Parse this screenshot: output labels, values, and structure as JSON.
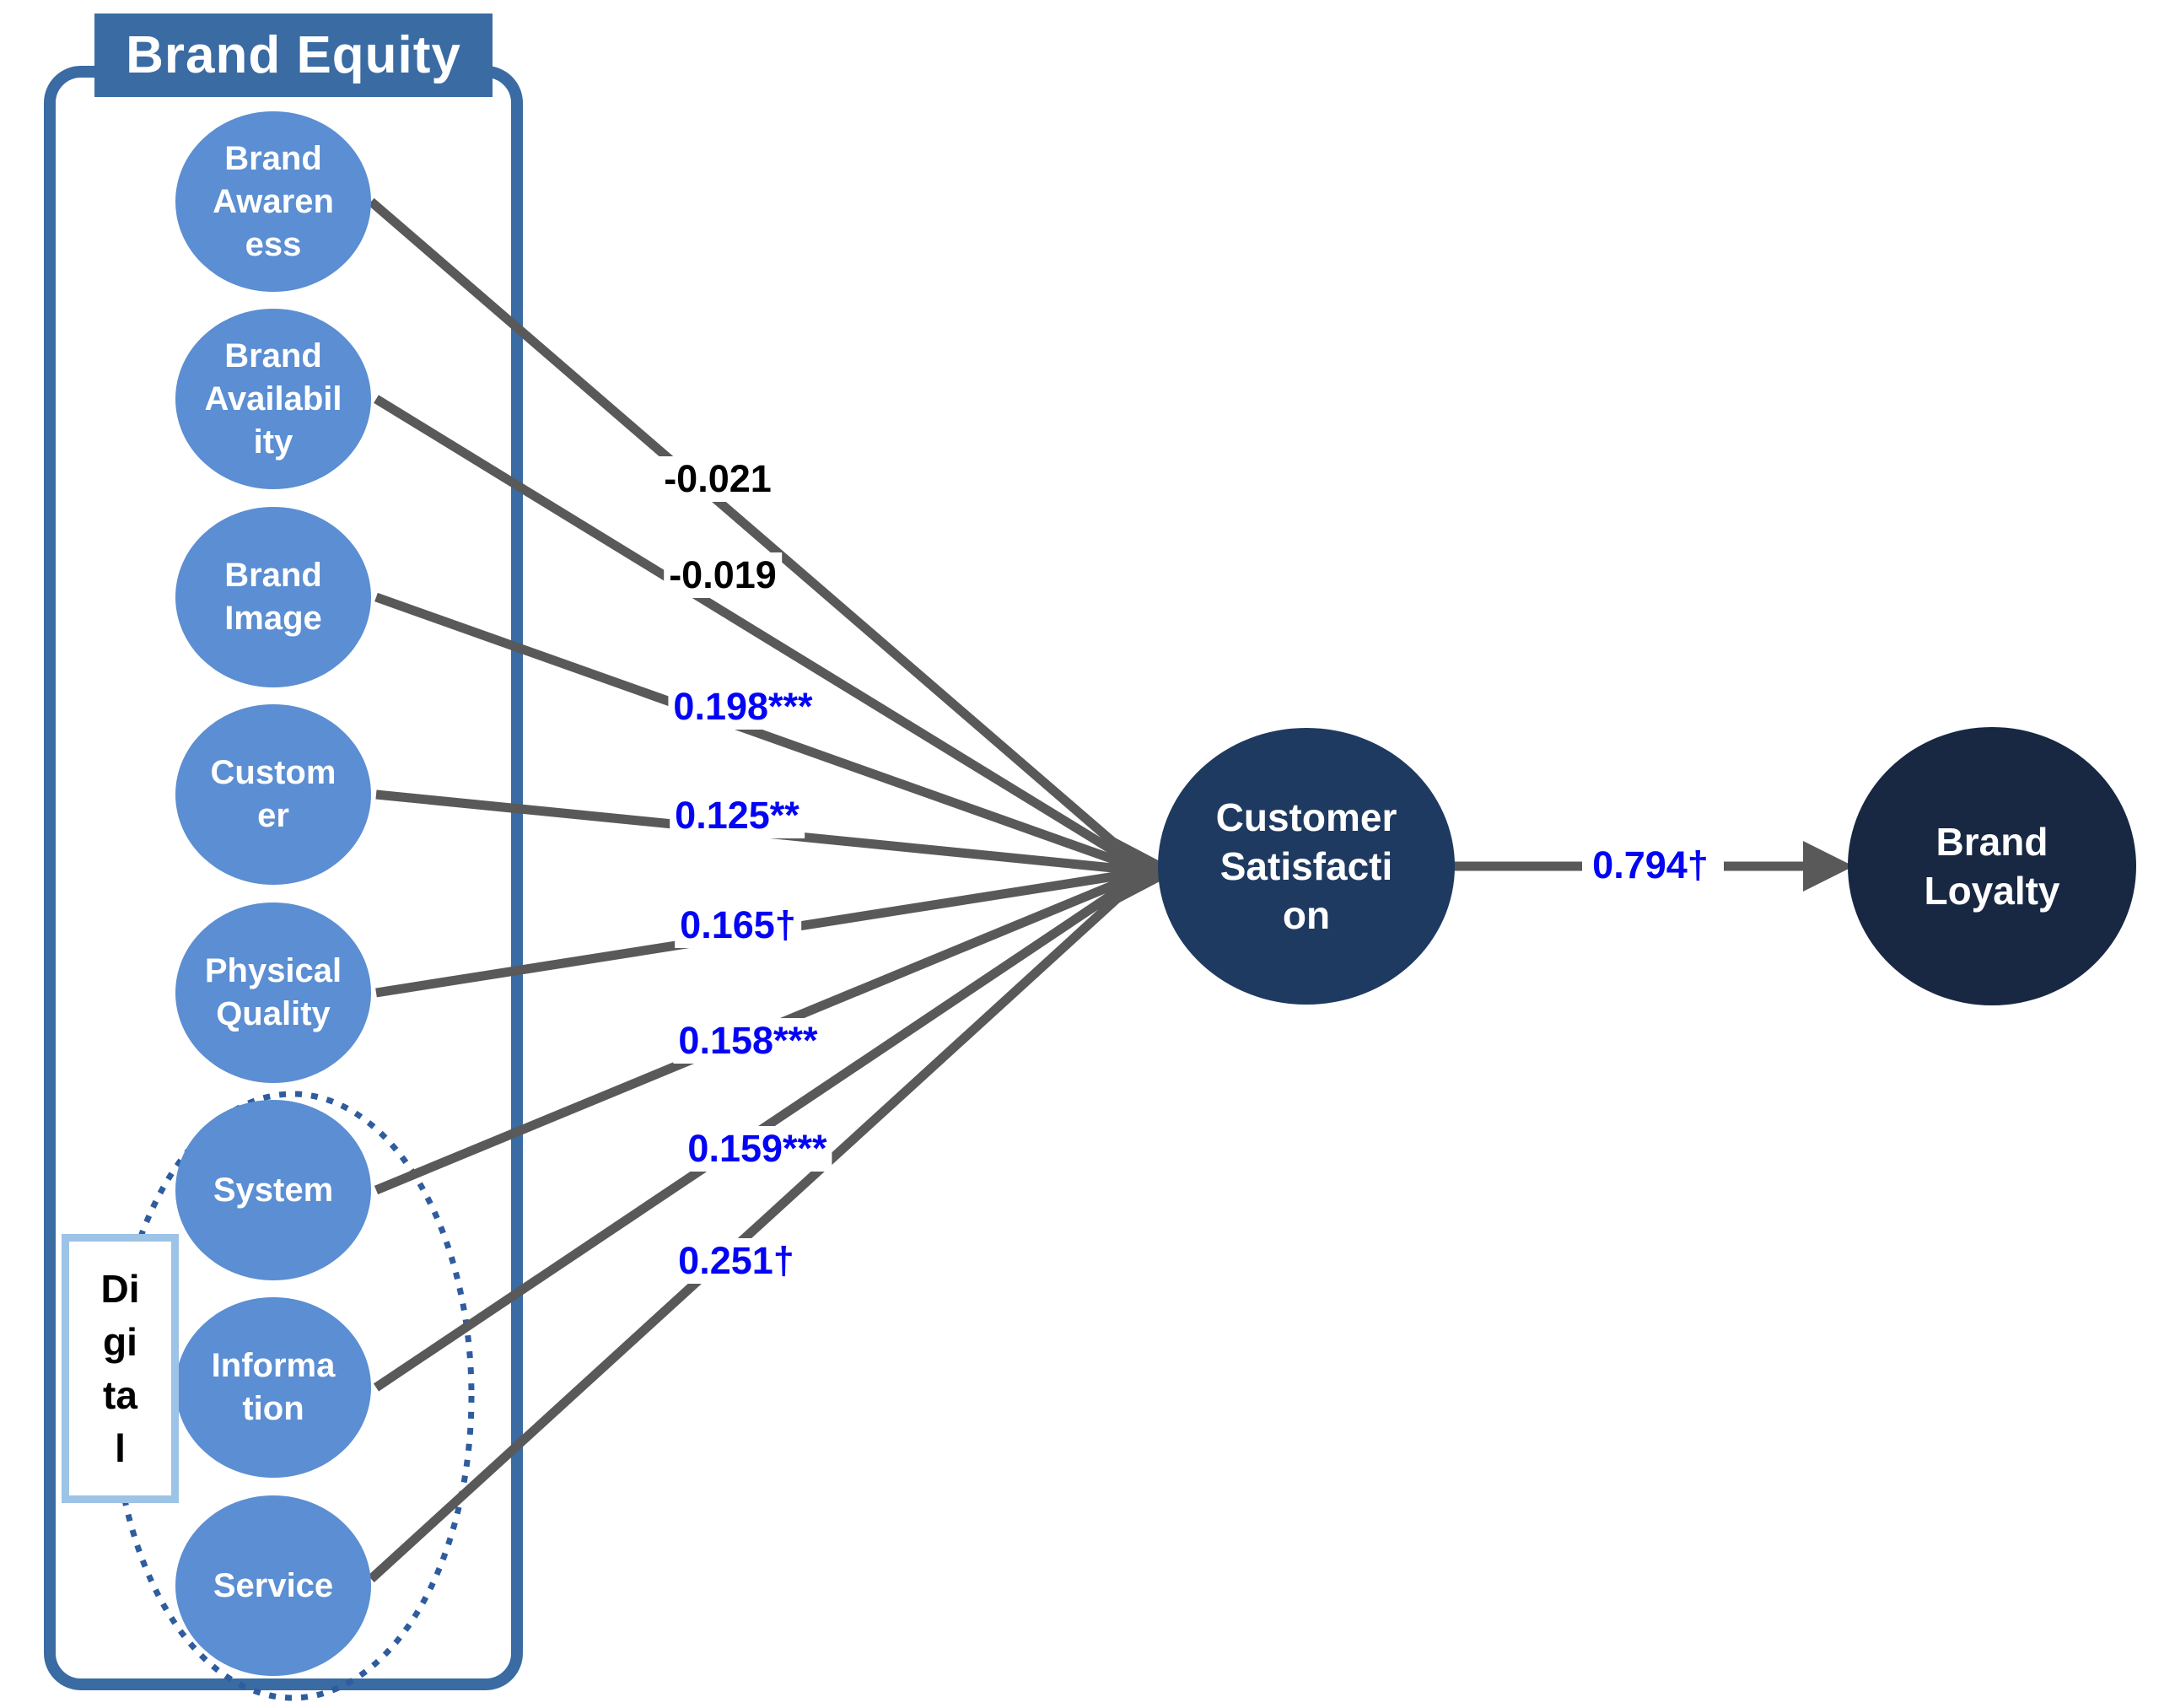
{
  "diagram": {
    "title": "Brand Equity",
    "digital_group_label": "Di\ngi\nta\nl",
    "constructs": [
      {
        "name": "Brand Awareness",
        "label": "Brand\nAwaren\ness",
        "coefficient": "-0.021",
        "coefficient_color": "#000000",
        "in_digital_group": false
      },
      {
        "name": "Brand Availability",
        "label": "Brand\nAvailabil\nity",
        "coefficient": "-0.019",
        "coefficient_color": "#000000",
        "in_digital_group": false
      },
      {
        "name": "Brand Image",
        "label": "Brand\nImage",
        "coefficient": "0.198***",
        "coefficient_color": "#0404f5",
        "in_digital_group": false
      },
      {
        "name": "Customer",
        "label": "Custom\ner",
        "coefficient": "0.125**",
        "coefficient_color": "#0404f5",
        "in_digital_group": false
      },
      {
        "name": "Physical Quality",
        "label": "Physical\nQuality",
        "coefficient": "0.165†",
        "coefficient_color": "#0404f5",
        "in_digital_group": false
      },
      {
        "name": "System",
        "label": "System",
        "coefficient": "0.158***",
        "coefficient_color": "#0404f5",
        "in_digital_group": true
      },
      {
        "name": "Information",
        "label": "Informa\ntion",
        "coefficient": "0.159***",
        "coefficient_color": "#0404f5",
        "in_digital_group": true
      },
      {
        "name": "Service",
        "label": "Service",
        "coefficient": "0.251†",
        "coefficient_color": "#0404f5",
        "in_digital_group": true
      }
    ],
    "mediator": {
      "name": "Customer Satisfaction",
      "label": "Customer\nSatisfacti\non"
    },
    "outcome": {
      "name": "Brand Loyalty",
      "label": "Brand\nLoyalty"
    },
    "outcome_path_coefficient": "0.794†",
    "colors": {
      "construct_fill": "#5b8ed2",
      "frame_border": "#3a6ba3",
      "title_fill": "#3a6ba3",
      "digital_ellipse": "#2e5c9e",
      "digital_box_border": "#9dc3e6",
      "mediator_fill": "#1f3a60",
      "outcome_fill": "#182843",
      "path_line": "#595959",
      "positive_coefficient_text": "#0404f5",
      "negative_coefficient_text": "#000000"
    }
  }
}
